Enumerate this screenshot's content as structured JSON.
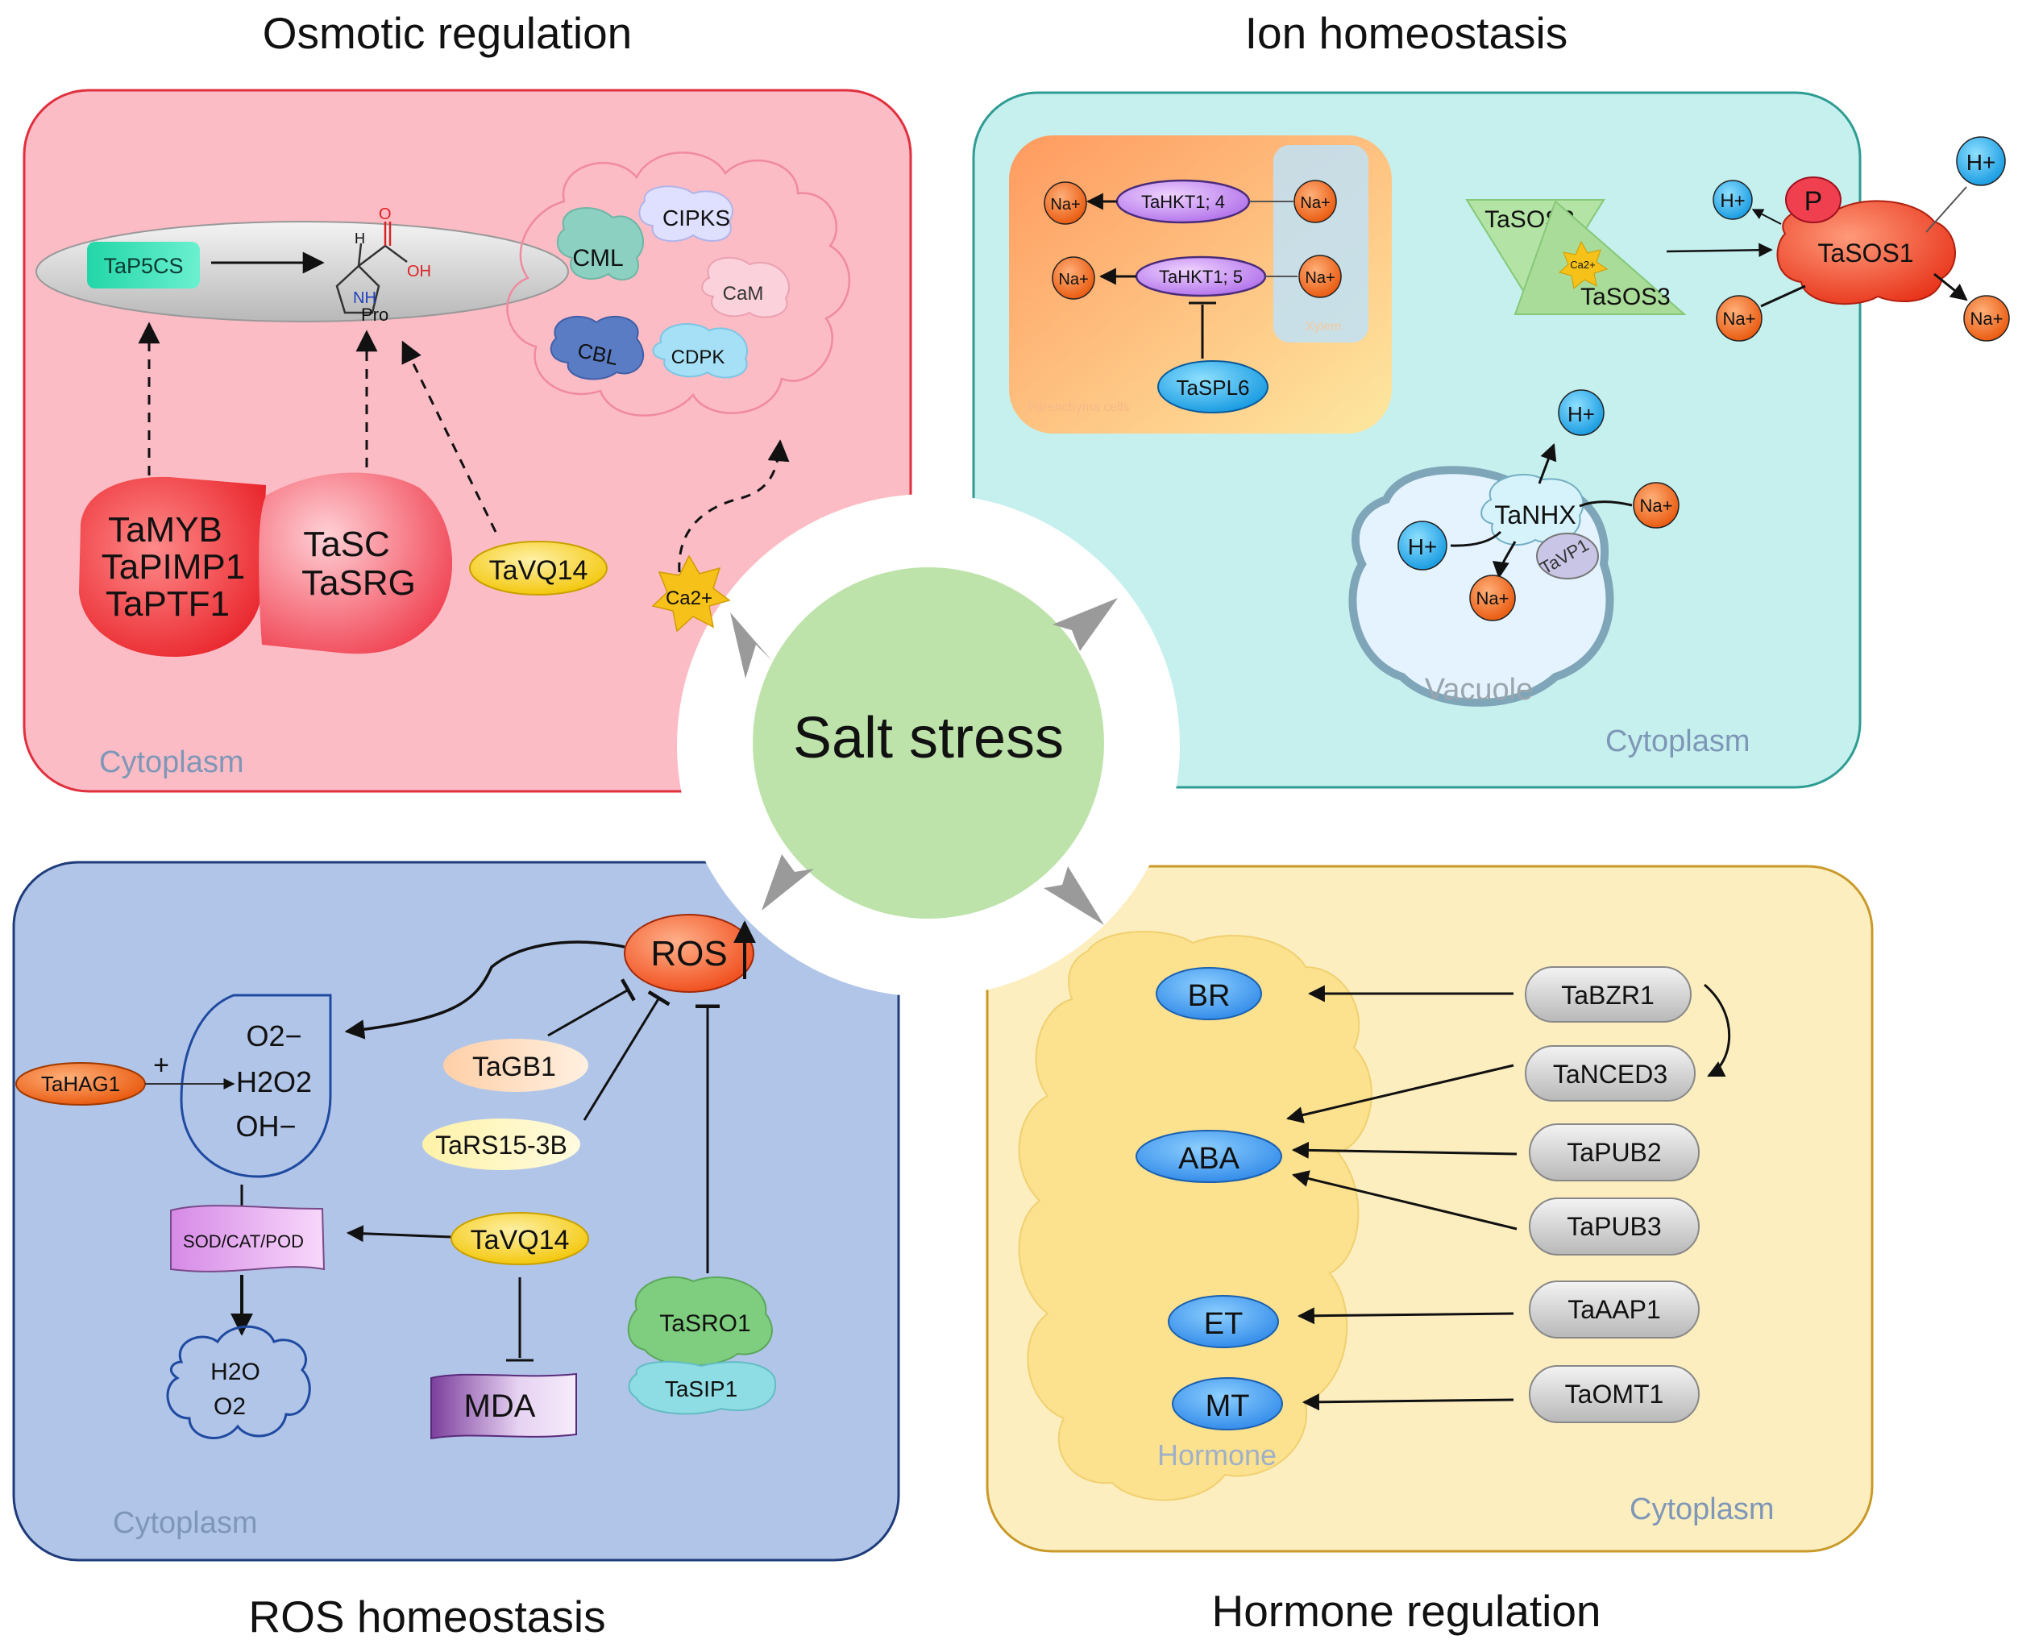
{
  "center": {
    "label": "Salt stress"
  },
  "quadrants": {
    "osmotic": {
      "title": "Osmotic regulation",
      "compartment": "Cytoplasm",
      "p5cs": "TaP5CS",
      "pro_label": "Pro",
      "nh_label": "NH",
      "h_label": "H",
      "o_label": "O",
      "oh_label": "OH",
      "sensors": [
        "CML",
        "CIPKS",
        "CaM",
        "CBL",
        "CDPK"
      ],
      "tf_group": [
        "TaMYB",
        "TaPIMP1",
        "TaPTF1"
      ],
      "tf_group2": [
        "TaSC",
        "TaSRG"
      ],
      "vq": "TaVQ14",
      "ca": "Ca2+"
    },
    "ion": {
      "title": "Ion homeostasis",
      "compartment": "Cytoplasm",
      "hkt4": "TaHKT1; 4",
      "hkt5": "TaHKT1; 5",
      "spl6": "TaSPL6",
      "xylem": "Xylem",
      "parenchyma": "Parenchyma cells",
      "na": "Na+",
      "h": "H+",
      "sos2": "TaSOS2",
      "sos3": "TaSOS3",
      "sos1": "TaSOS1",
      "p": "P",
      "ca_small": "Ca2+",
      "nhx": "TaNHX",
      "vp1": "TaVP1",
      "vacuole": "Vacuole"
    },
    "ros": {
      "title": "ROS homeostasis",
      "compartment": "Cytoplasm",
      "ros": "ROS",
      "hag1": "TaHAG1",
      "plus": "+",
      "species": [
        "O2−",
        "H2O2",
        "OH−"
      ],
      "gb1": "TaGB1",
      "rs15": "TaRS15-3B",
      "enzymes": "SOD/CAT/POD",
      "vq": "TaVQ14",
      "products": [
        "H2O",
        "O2"
      ],
      "mda": "MDA",
      "sro1": "TaSRO1",
      "sip1": "TaSIP1"
    },
    "hormone": {
      "title": "Hormone regulation",
      "compartment": "Cytoplasm",
      "hormone_label": "Hormone",
      "hormones": [
        "BR",
        "ABA",
        "ET",
        "MT"
      ],
      "regulators": [
        "TaBZR1",
        "TaNCED3",
        "TaPUB2",
        "TaPUB3",
        "TaAAP1",
        "TaOMT1"
      ]
    }
  },
  "colors": {
    "osmotic_fill": "#fcbcc5",
    "osmotic_border": "#e0303e",
    "ion_fill": "#c5f0ee",
    "ion_border": "#2e9c93",
    "ros_fill": "#b1c5e8",
    "ros_border": "#1f3c7a",
    "hormone_fill": "#fdeec0",
    "hormone_border": "#c99a2a",
    "center_fill": "#bde3aa"
  }
}
